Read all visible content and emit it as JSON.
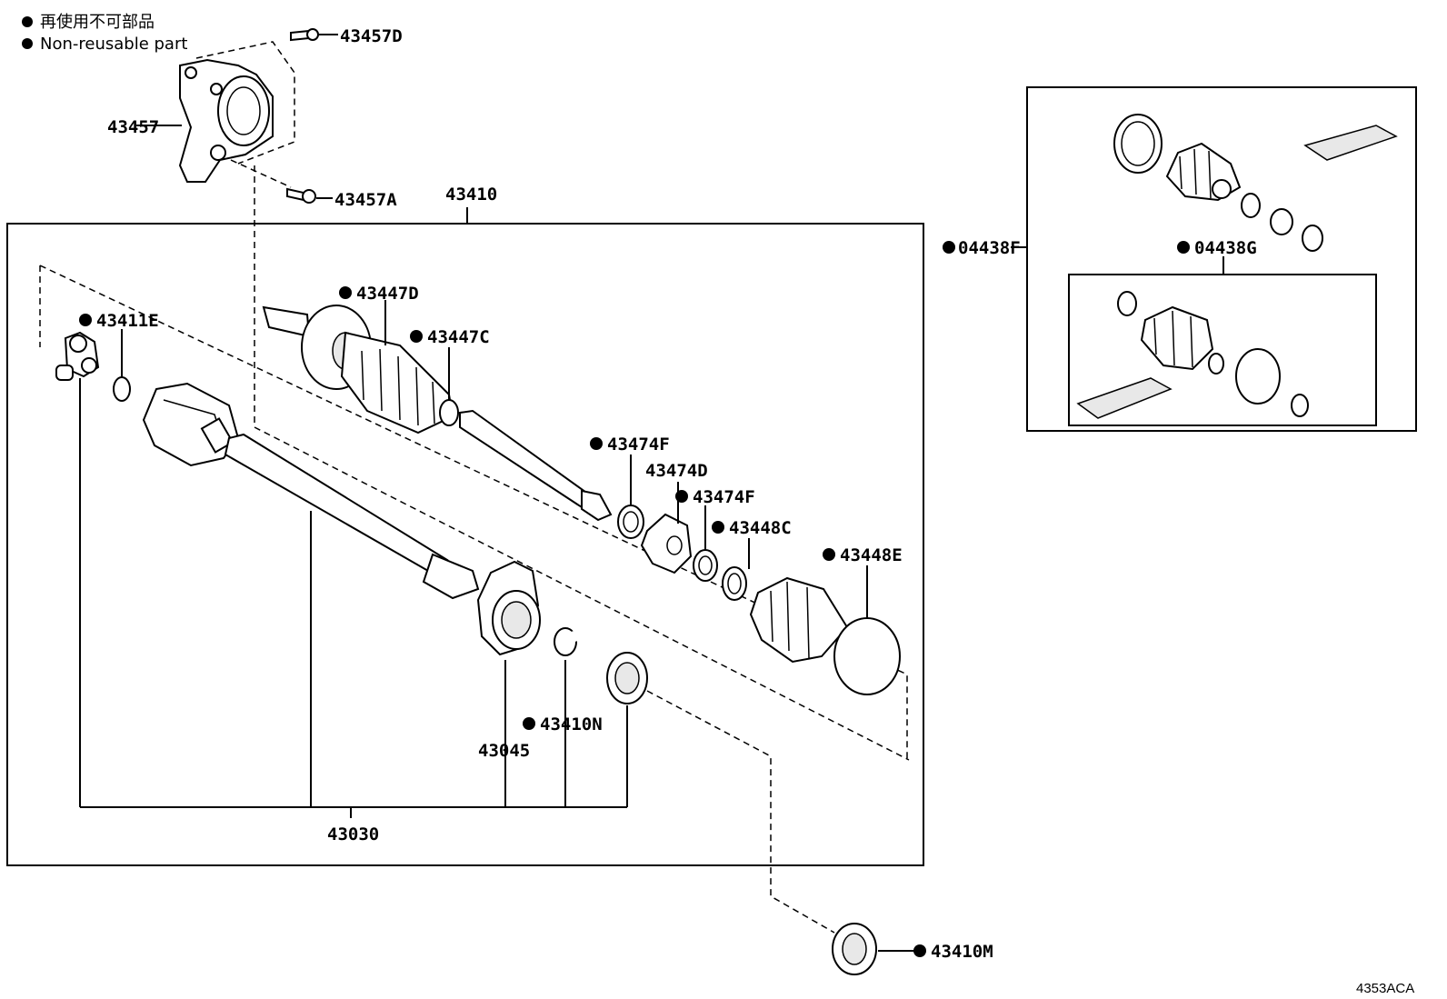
{
  "legend": {
    "line_jp": "再使用不可部品",
    "line_en": "Non-reusable part"
  },
  "callouts": {
    "p43457D": "43457D",
    "p43457": "43457",
    "p43457A": "43457A",
    "p43410": "43410",
    "p43447D": "43447D",
    "p43447C": "43447C",
    "p43411E": "43411E",
    "p43474F_a": "43474F",
    "p43474D": "43474D",
    "p43474F_b": "43474F",
    "p43448C": "43448C",
    "p43448E": "43448E",
    "p43410N": "43410N",
    "p43045": "43045",
    "p43030": "43030",
    "p43410M": "43410M",
    "p04438F": "04438F",
    "p04438G": "04438G"
  },
  "diagram_code": "4353ACA"
}
